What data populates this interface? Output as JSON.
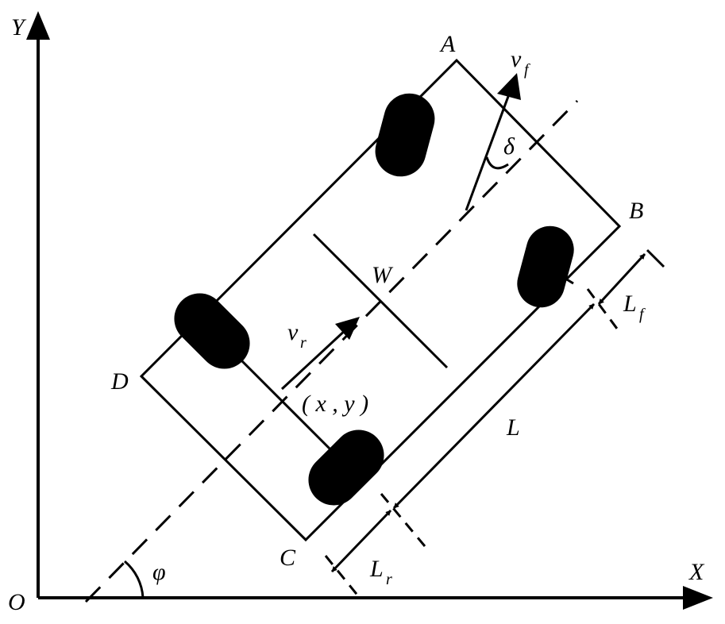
{
  "diagram": {
    "axes": {
      "x_label": "X",
      "y_label": "Y",
      "origin_label": "O"
    },
    "corners": {
      "a": "A",
      "b": "B",
      "c": "C",
      "d": "D"
    },
    "center_label": "W",
    "position_label": "( x , y )",
    "heading_angle": "φ",
    "steer_angle": "δ",
    "front_velocity": {
      "main": "v",
      "sub": "f"
    },
    "rear_velocity": {
      "main": "v",
      "sub": "r"
    },
    "wheelbase": "L",
    "front_length": {
      "main": "L",
      "sub": "f"
    },
    "rear_length": {
      "main": "L",
      "sub": "r"
    },
    "colors": {
      "ink": "#000000",
      "background": "#ffffff"
    }
  }
}
